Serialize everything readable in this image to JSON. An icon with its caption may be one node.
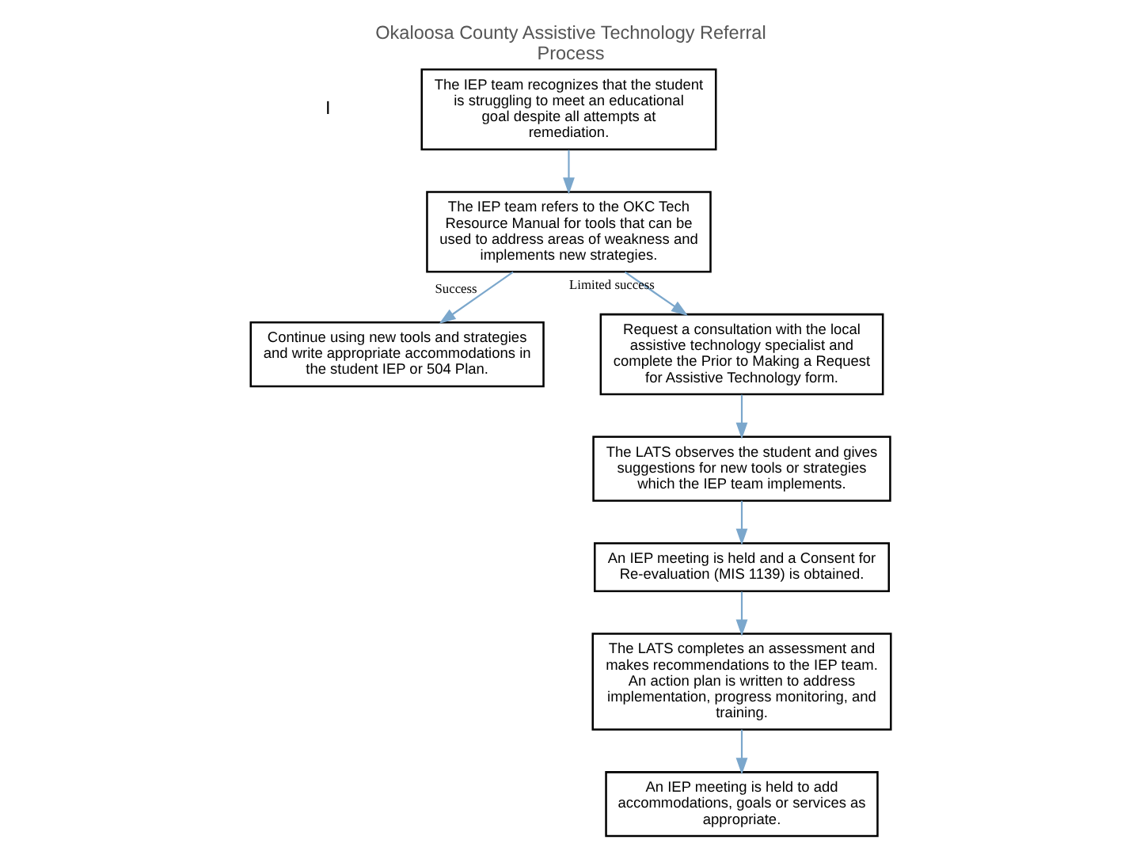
{
  "diagram": {
    "title": "Okaloosa County Assistive Technology Referral Process",
    "nodes": [
      {
        "text": [
          "The IEP team recognizes that the student is struggling to meet an educational goal despite all attempts at remediation."
        ]
      },
      {
        "text": [
          "The IEP team refers to the OKC Tech Resource Manual for tools that can be used to address areas of weakness and implements new strategies."
        ]
      },
      {
        "text": [
          "Continue using new tools and strategies and write appropriate accommodations in the student IEP or 504 Plan."
        ]
      },
      {
        "text": [
          "Request a consultation with the local assistive technology specialist and complete the Prior to Making a Request for Assistive Technology form."
        ]
      },
      {
        "text": [
          "The LATS observes the student and gives suggestions for new tools or strategies which the IEP team implements."
        ]
      },
      {
        "text": [
          "An IEP meeting is held and a Consent for Re-evaluation (MIS 1139) is obtained."
        ]
      },
      {
        "text": [
          "The LATS completes an assessment and makes recommendations to the IEP team.  An action plan is written to address implementation, progress monitoring, and training."
        ]
      },
      {
        "text": [
          "An IEP meeting is held to add accommodations, goals or services as appropriate."
        ]
      }
    ],
    "edges": [
      {
        "from": 0,
        "to": 1,
        "arrow": "to"
      },
      {
        "from": 1,
        "to": 2,
        "arrow": "to",
        "label": "Success"
      },
      {
        "from": 1,
        "to": 3,
        "arrow": "to",
        "label": "Limited success"
      },
      {
        "from": 3,
        "to": 4,
        "arrow": "to"
      },
      {
        "from": 4,
        "to": 5,
        "arrow": "to"
      },
      {
        "from": 5,
        "to": 6,
        "arrow": "to"
      },
      {
        "from": 6,
        "to": 7,
        "arrow": "to"
      }
    ],
    "labels": [
      "I"
    ]
  }
}
